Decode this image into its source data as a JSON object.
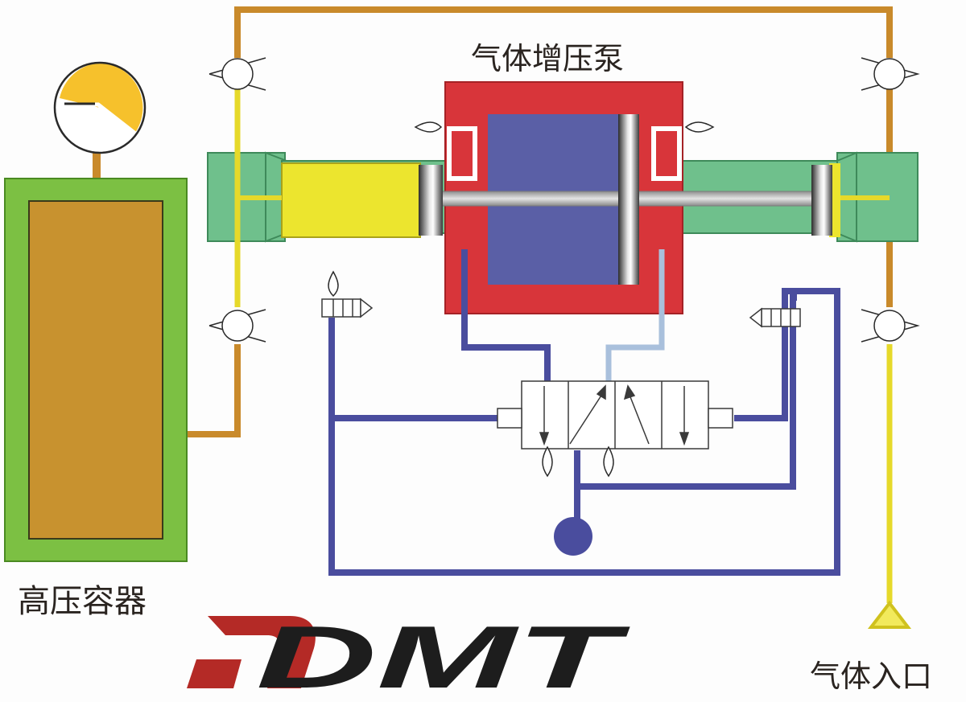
{
  "labels": {
    "booster_title": "气体增压泵",
    "tank": "高压容器",
    "gas_inlet": "气体入口"
  },
  "logo": {
    "text": "DMT",
    "emblem": "stylized-D"
  },
  "colors": {
    "gas_line": "#c98a2b",
    "inlet_line": "#e6d92a",
    "air_line": "#4a4d9e",
    "pilot_line": "#a9c0dc",
    "cylinder_body": "#6fc08c",
    "gas_piston_chamber": "#ece52e",
    "drive_housing": "#d8353a",
    "drive_chamber": "#5a5fa6",
    "tank_outer": "#7cc043",
    "tank_inner": "#c8922f",
    "gauge_face": "#f6c12c",
    "logo_red": "#b42a26",
    "logo_dark": "#1d1d1d"
  },
  "icons": [
    "check-valve-icon",
    "pressure-gauge-icon",
    "exhaust-muffler-icon",
    "pilot-valve-icon",
    "directional-valve-icon",
    "air-supply-icon",
    "inlet-filter-icon"
  ]
}
